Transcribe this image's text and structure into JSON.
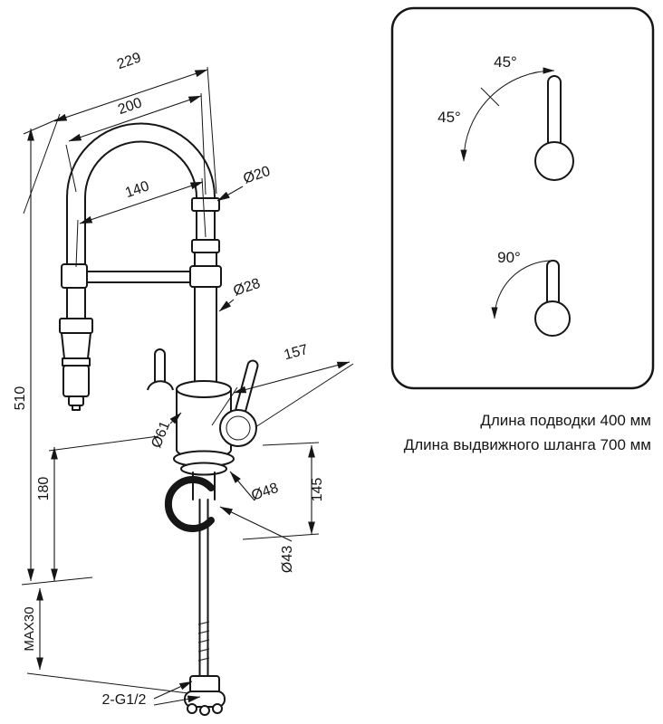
{
  "dims": {
    "d229": "229",
    "d200": "200",
    "d140": "140",
    "dia20": "Ø20",
    "dia28": "Ø28",
    "d157": "157",
    "dia61": "Ø61",
    "d510": "510",
    "d180": "180",
    "d145": "145",
    "dia48": "Ø48",
    "dia43": "Ø43",
    "max30": "MAX30",
    "thread": "2-G1/2"
  },
  "angles": {
    "upper_45": "45°",
    "left_45": "45°",
    "swivel_90": "90°"
  },
  "notes": {
    "supply_length": "Длина подводки 400 мм",
    "hose_length": "Длина выдвижного шланга 700 мм"
  },
  "colors": {
    "ink": "#161616",
    "background": "#ffffff"
  }
}
